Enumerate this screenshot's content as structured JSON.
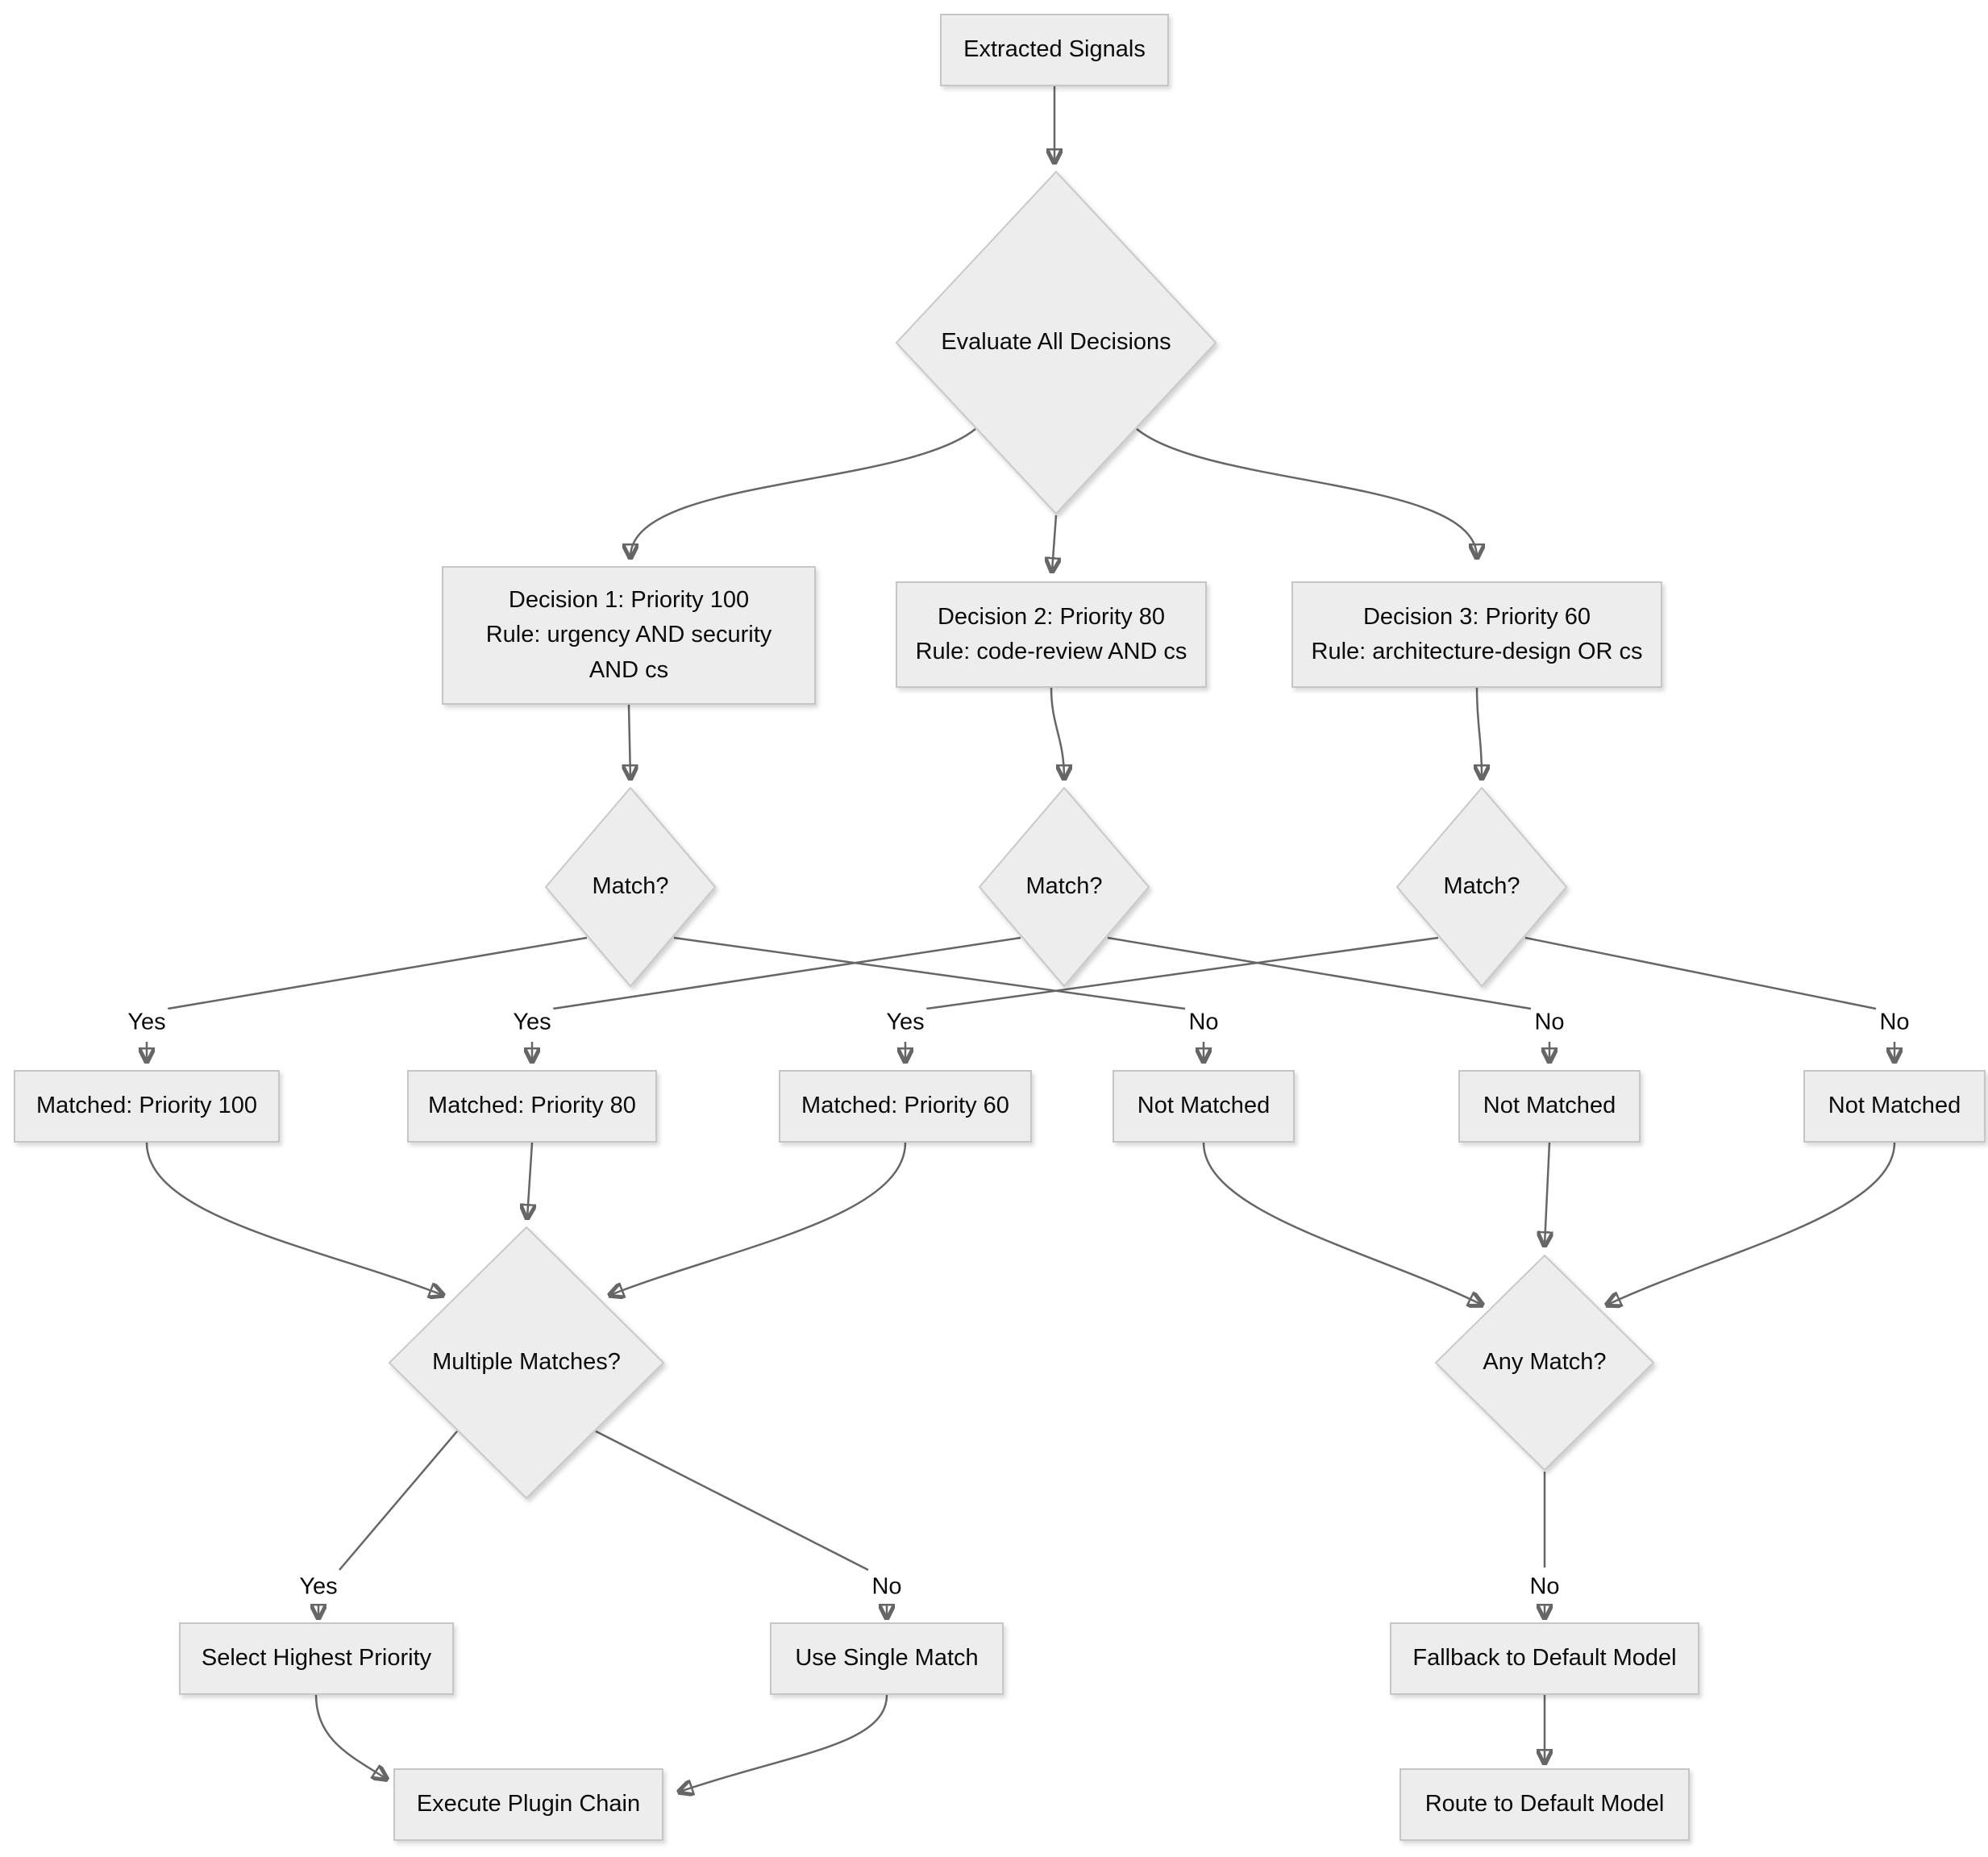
{
  "diagram": {
    "type": "flowchart",
    "direction": "top-down",
    "nodes": {
      "extracted_signals": "Extracted Signals",
      "evaluate_all": "Evaluate All Decisions",
      "decision1": "Decision 1: Priority 100\nRule: urgency AND security\nAND cs",
      "decision2": "Decision 2: Priority 80\nRule: code-review AND cs",
      "decision3": "Decision 3: Priority 60\nRule: architecture-design OR cs",
      "match1": "Match?",
      "match2": "Match?",
      "match3": "Match?",
      "matched_100": "Matched: Priority 100",
      "matched_80": "Matched: Priority 80",
      "matched_60": "Matched: Priority 60",
      "not_matched_1": "Not Matched",
      "not_matched_2": "Not Matched",
      "not_matched_3": "Not Matched",
      "multiple_matches": "Multiple Matches?",
      "any_match": "Any Match?",
      "select_highest": "Select Highest Priority",
      "use_single": "Use Single Match",
      "fallback": "Fallback to Default Model",
      "execute_chain": "Execute Plugin Chain",
      "route_default": "Route to Default Model"
    },
    "edge_labels": {
      "yes": "Yes",
      "no": "No"
    },
    "colors": {
      "background": "#ffffff",
      "node_fill": "#ededed",
      "node_border": "#c6c6c6",
      "edge": "#666666",
      "text": "#0b0b0b"
    }
  }
}
